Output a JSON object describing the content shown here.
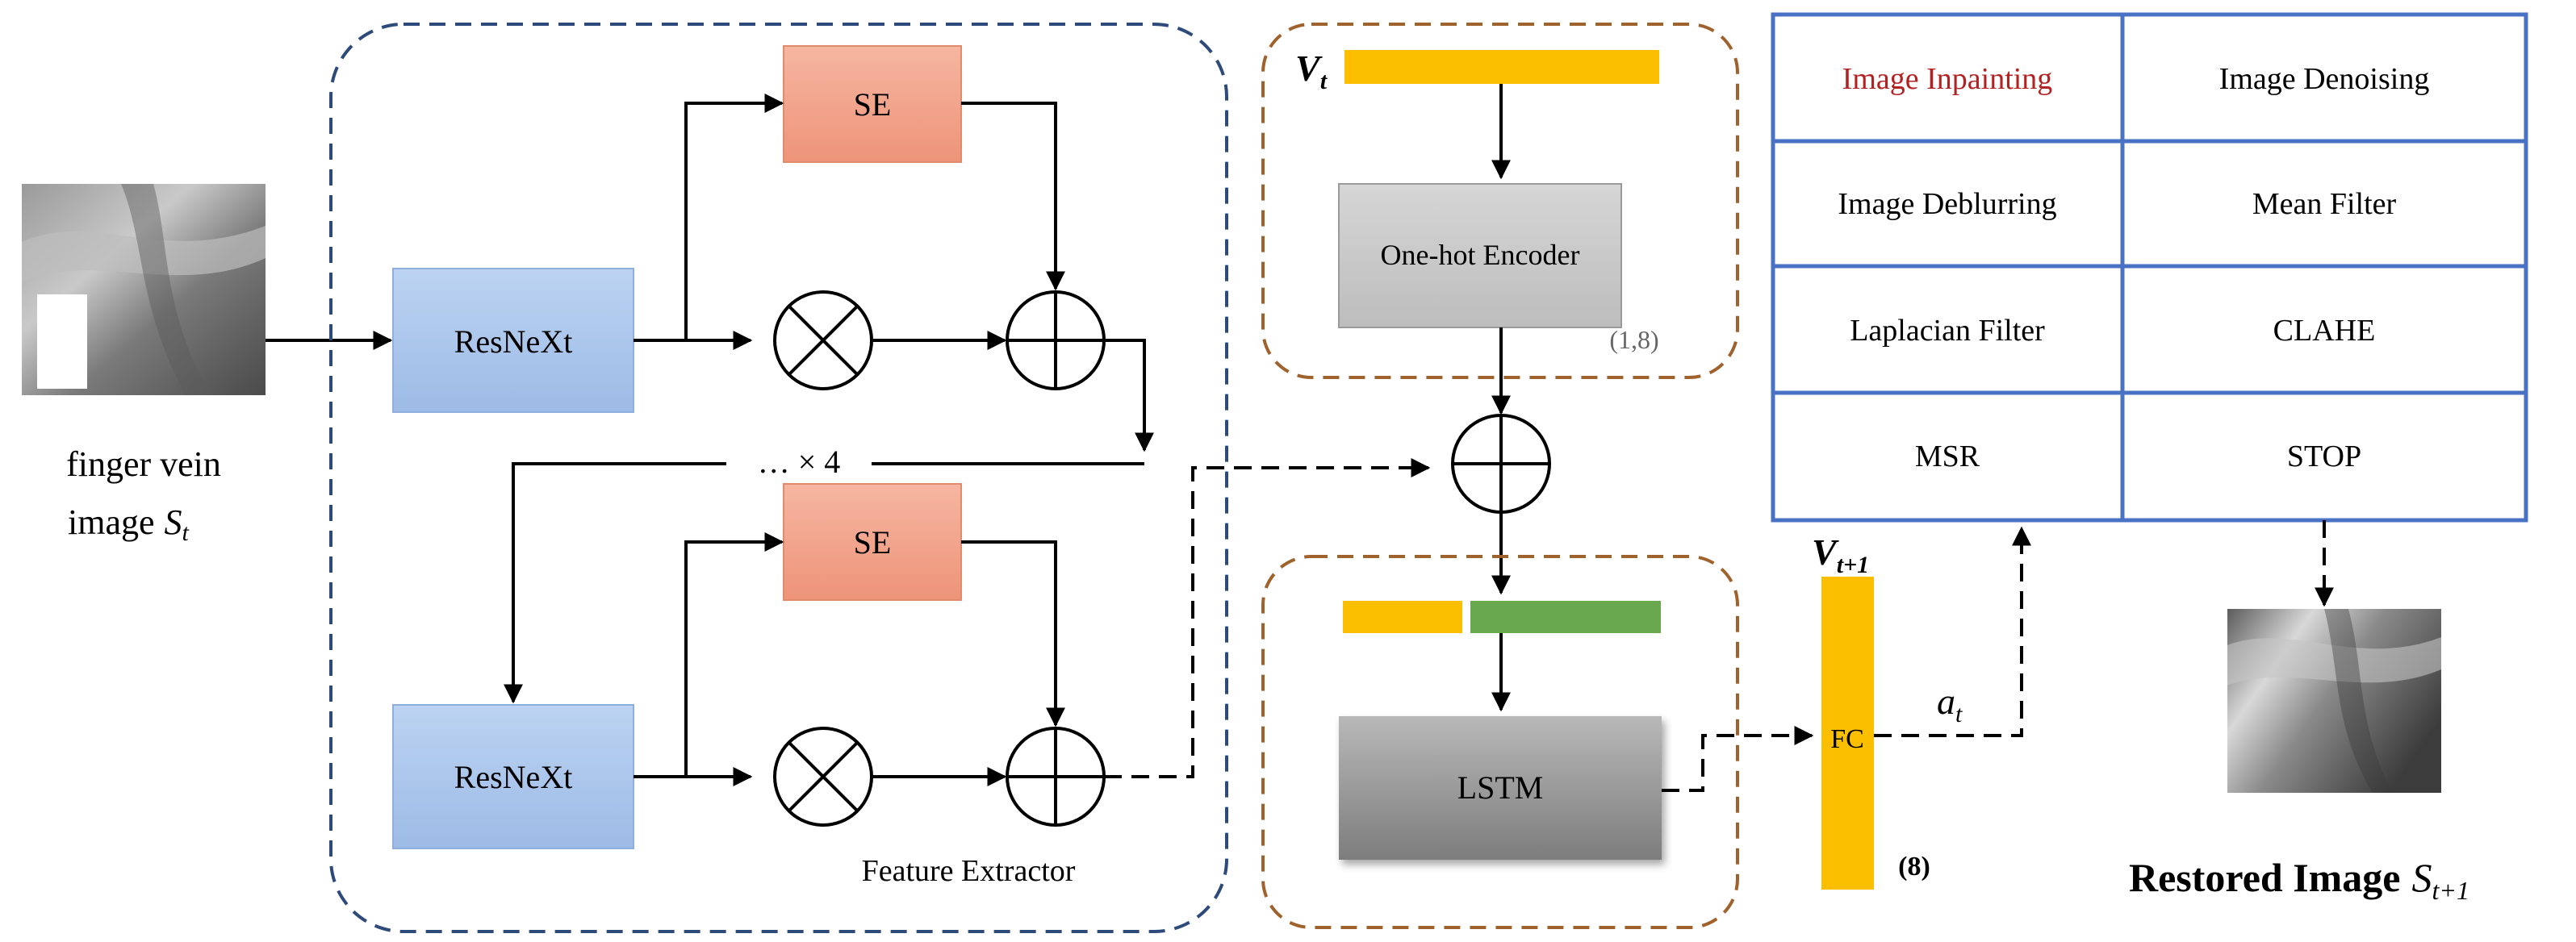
{
  "input": {
    "caption_line1": "finger vein",
    "caption_line2_prefix": "image",
    "caption_var": "S",
    "caption_sub": "t"
  },
  "extractor": {
    "block": "ResNeXt",
    "se": "SE",
    "repeat": "… × 4",
    "label": "Feature Extractor"
  },
  "encoder": {
    "state_var": "V",
    "state_sub": "t",
    "box": "One-hot Encoder",
    "dims": "(1,8)"
  },
  "recurrent": {
    "box": "LSTM"
  },
  "fc": {
    "box": "FC",
    "dims": "(8)",
    "state_var": "V",
    "state_sub": "t+1",
    "action_var": "a",
    "action_sub": "t"
  },
  "actions": {
    "cells": [
      "Image Inpainting",
      "Image Denoising",
      "Image Deblurring",
      "Mean Filter",
      "Laplacian Filter",
      "CLAHE",
      "MSR",
      "STOP"
    ],
    "highlight_color": "#b22222"
  },
  "output": {
    "caption": "Restored Image",
    "caption_var": "S",
    "caption_sub": "t+1"
  },
  "colors": {
    "extractor_border": "#2e4a7a",
    "module_border": "#a0622d",
    "resnext_fill": "#a9c5ec",
    "se_fill": "#f2a48c",
    "state_bar": "#fbbf00",
    "feature_bar": "#6aa84f",
    "table_border": "#4a72c4"
  }
}
